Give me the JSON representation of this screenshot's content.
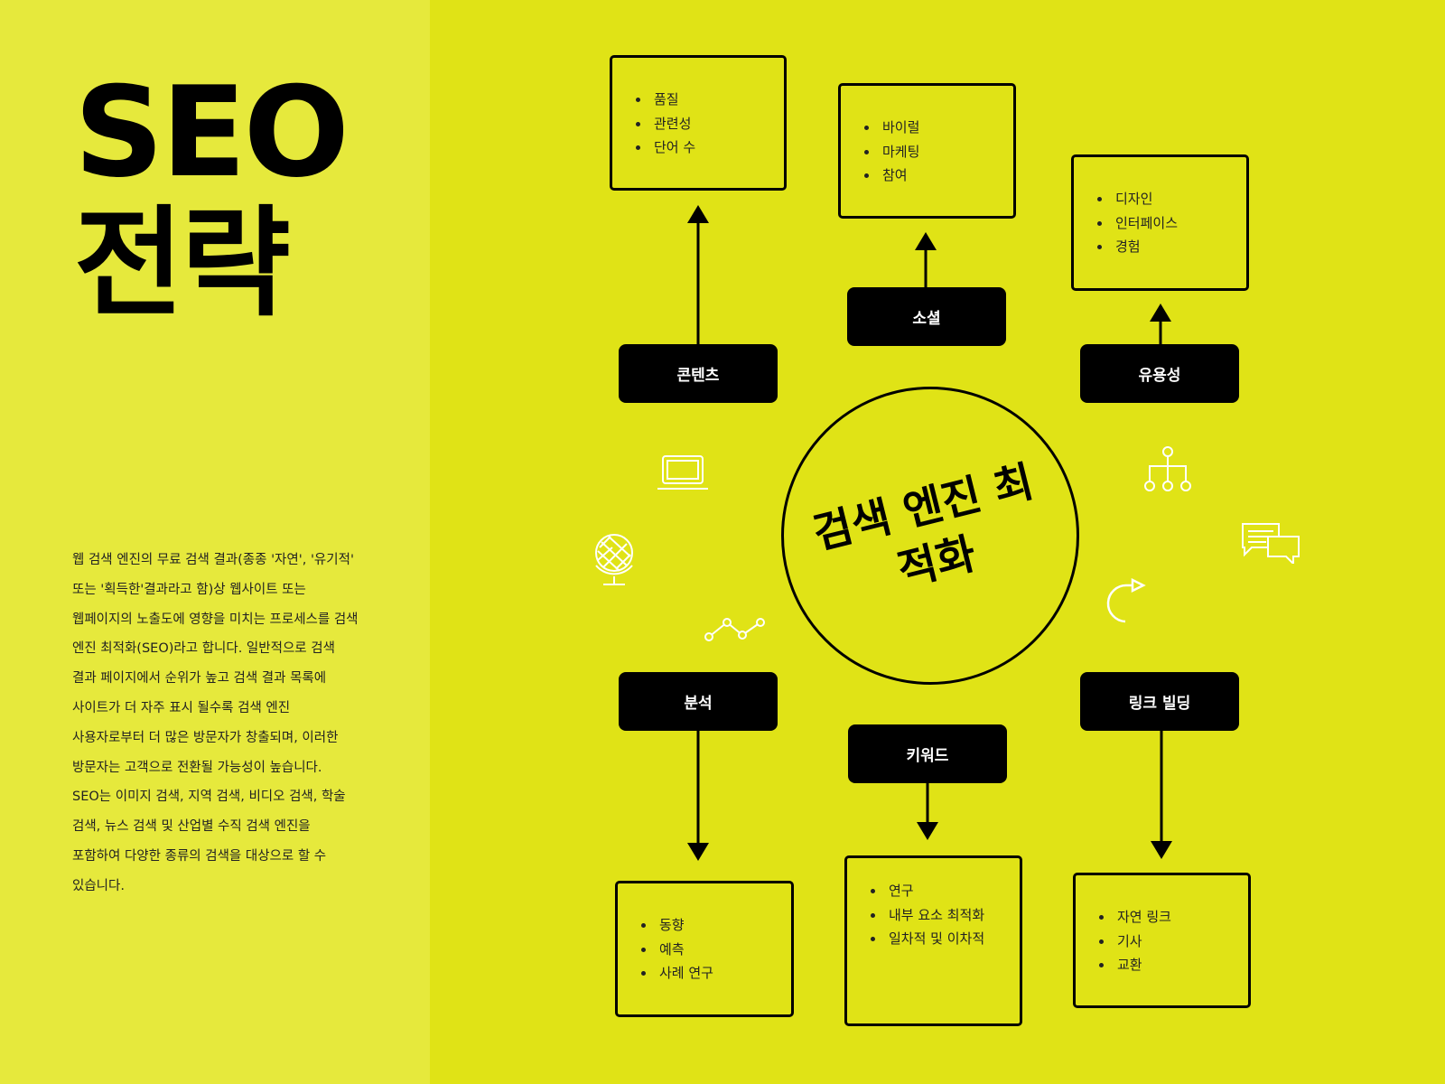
{
  "title": {
    "line1": "SEO",
    "line2": "전략"
  },
  "description": "웹 검색 엔진의 무료 검색 결과(종종 '자연', '유기적' 또는 '획득한'결과라고 함)상 웹사이트 또는 웹페이지의 노출도에 영향을 미치는 프로세스를 검색 엔진 최적화(SEO)라고 합니다. 일반적으로 검색 결과 페이지에서 순위가 높고 검색 결과 목록에 사이트가 더 자주 표시 될수록 검색 엔진 사용자로부터 더 많은 방문자가 창출되며, 이러한 방문자는 고객으로 전환될 가능성이 높습니다. SEO는 이미지 검색, 지역 검색, 비디오 검색, 학술 검색, 뉴스 검색 및 산업별 수직 검색 엔진을 포함하여 다양한 종류의 검색을 대상으로 할 수 있습니다.",
  "hub": {
    "label": "검색 엔진 최적화"
  },
  "nodes": {
    "content": {
      "label": "콘텐츠",
      "items": [
        "품질",
        "관련성",
        "단어 수"
      ]
    },
    "social": {
      "label": "소셜",
      "items": [
        "바이럴",
        "마케팅",
        "참여"
      ]
    },
    "usability": {
      "label": "유용성",
      "items": [
        "디자인",
        "인터페이스",
        "경험"
      ]
    },
    "analysis": {
      "label": "분석",
      "items": [
        "동향",
        "예측",
        "사례 연구"
      ]
    },
    "keyword": {
      "label": "키워드",
      "items": [
        "연구",
        "내부 요소 최적화",
        "일차적 및 이차적"
      ]
    },
    "linkbuilding": {
      "label": "링크 빌딩",
      "items": [
        "자연 링크",
        "기사",
        "교환"
      ]
    }
  },
  "icons": [
    "laptop-icon",
    "globe-icon",
    "line-chart-icon",
    "sitemap-icon",
    "chat-bubbles-icon",
    "refresh-arrow-icon"
  ],
  "colors": {
    "left_bg": "#e6e93c",
    "right_bg": "#e0e316",
    "ink": "#000000",
    "icon_stroke": "#ffffff"
  }
}
